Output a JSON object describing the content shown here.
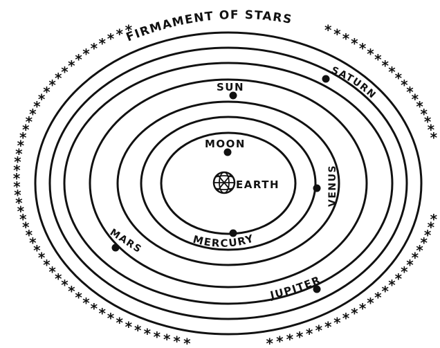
{
  "diagram": {
    "title": "FIRMAMENT OF STARS",
    "labels": {
      "earth": "EARTH",
      "moon": "MOON",
      "mercury": "MERCURY",
      "venus": "VENUS",
      "sun": "SUN",
      "mars": "MARS",
      "jupiter": "JUPITER",
      "saturn": "SATURN"
    },
    "star_glyph": "*",
    "colors": {
      "ink": "#111111",
      "background": "#ffffff"
    }
  }
}
